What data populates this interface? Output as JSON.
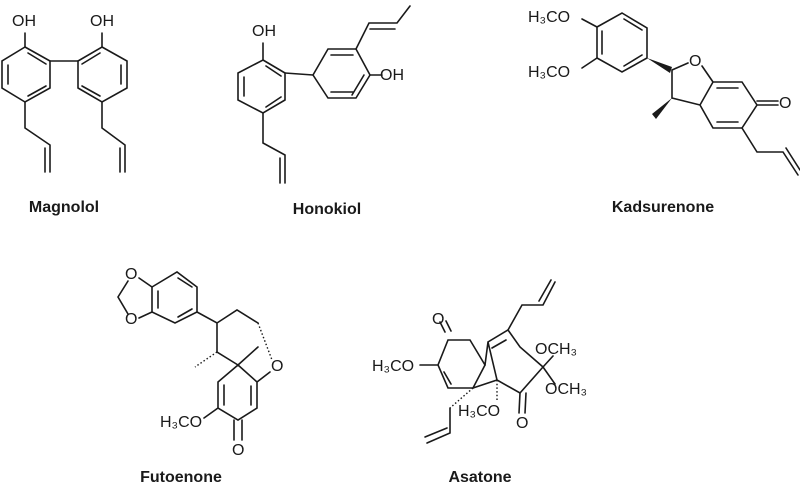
{
  "compounds": [
    {
      "name": "Magnolol",
      "labels": {
        "oh1": "OH",
        "oh2": "OH"
      }
    },
    {
      "name": "Honokiol",
      "labels": {
        "oh1": "OH",
        "oh2": "OH"
      }
    },
    {
      "name": "Kadsurenone",
      "labels": {
        "ome1": "H₃CO",
        "ome2": "H₃CO",
        "o_ring": "O",
        "o_keto": "O"
      }
    },
    {
      "name": "Futoenone",
      "labels": {
        "o1": "O",
        "o2": "O",
        "o_ring": "O",
        "ome": "H₃CO",
        "o_keto": "O"
      }
    },
    {
      "name": "Asatone",
      "labels": {
        "o_keto1": "O",
        "ome1": "H₃CO",
        "ome2": "H₃CO",
        "ome3": "OCH₃",
        "ome4": "OCH₃",
        "o_keto2": "O"
      }
    }
  ]
}
